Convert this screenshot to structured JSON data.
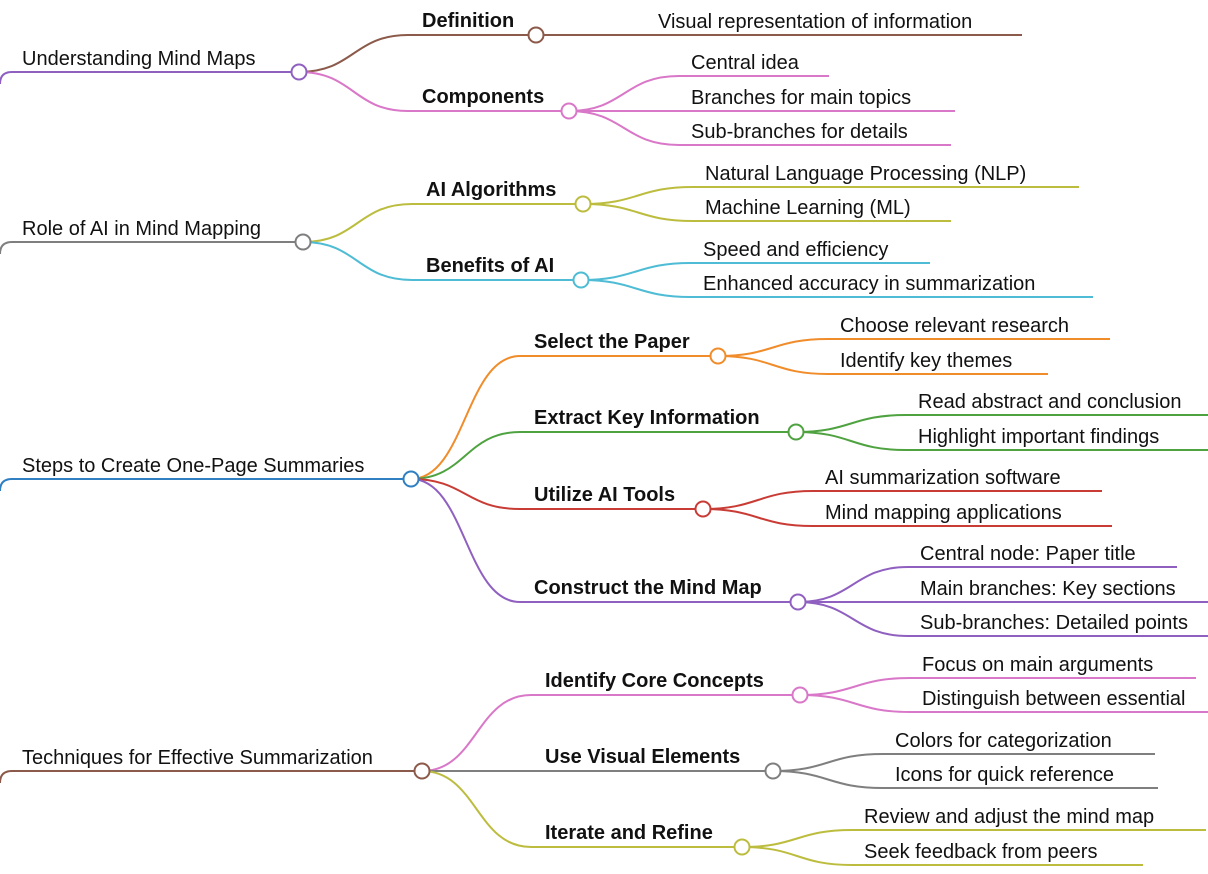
{
  "mindmap": {
    "branches": [
      {
        "label": "Understanding Mind Maps",
        "color": "#9060c0",
        "children": [
          {
            "label": "Definition",
            "color": "#8b5a4a",
            "children": [
              "Visual representation of information"
            ]
          },
          {
            "label": "Components",
            "color": "#d977c8",
            "children": [
              "Central idea",
              "Branches for main topics",
              "Sub-branches for details"
            ]
          }
        ]
      },
      {
        "label": "Role of AI in Mind Mapping",
        "color": "#7f7f7f",
        "children": [
          {
            "label": "AI Algorithms",
            "color": "#bcbd3e",
            "children": [
              "Natural Language Processing (NLP)",
              "Machine Learning (ML)"
            ]
          },
          {
            "label": "Benefits of AI",
            "color": "#4ebcd4",
            "children": [
              "Speed and efficiency",
              "Enhanced accuracy in summarization"
            ]
          }
        ]
      },
      {
        "label": "Steps to Create One-Page Summaries",
        "color": "#2f7fc1",
        "children": [
          {
            "label": "Select the Paper",
            "color": "#f08c2a",
            "children": [
              "Choose relevant research",
              "Identify key themes"
            ]
          },
          {
            "label": "Extract Key Information",
            "color": "#4ea23f",
            "children": [
              "Read abstract and conclusion",
              "Highlight important findings"
            ]
          },
          {
            "label": "Utilize AI Tools",
            "color": "#c93c35",
            "children": [
              "AI summarization software",
              "Mind mapping applications"
            ]
          },
          {
            "label": "Construct the Mind Map",
            "color": "#9060c0",
            "children": [
              "Central node: Paper title",
              "Main branches: Key sections",
              "Sub-branches: Detailed points"
            ]
          }
        ]
      },
      {
        "label": "Techniques for Effective Summarization",
        "color": "#8b5a4a",
        "children": [
          {
            "label": "Identify Core Concepts",
            "color": "#d977c8",
            "children": [
              "Focus on main arguments",
              "Distinguish between essential"
            ]
          },
          {
            "label": "Use Visual Elements",
            "color": "#7f7f7f",
            "children": [
              "Colors for categorization",
              "Icons for quick reference"
            ]
          },
          {
            "label": "Iterate and Refine",
            "color": "#bcbd3e",
            "children": [
              "Review and adjust the mind map",
              "Seek feedback from peers"
            ]
          }
        ]
      }
    ]
  }
}
